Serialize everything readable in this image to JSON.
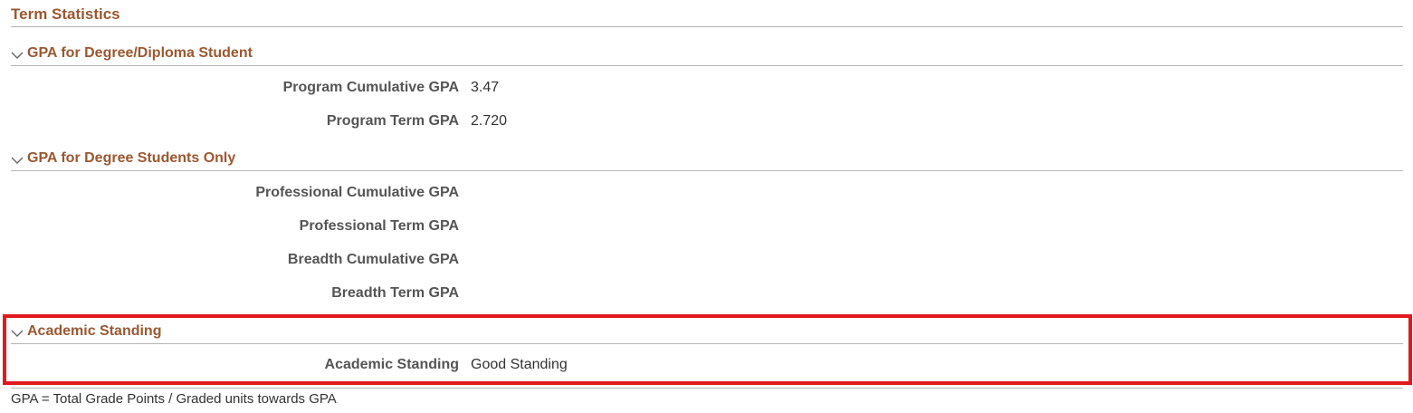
{
  "page": {
    "title": "Term Statistics"
  },
  "sections": [
    {
      "title": "GPA for Degree/Diploma Student",
      "rows": [
        {
          "label": "Program Cumulative GPA",
          "value": "3.47"
        },
        {
          "label": "Program Term GPA",
          "value": "2.720"
        }
      ]
    },
    {
      "title": "GPA for Degree Students Only",
      "rows": [
        {
          "label": "Professional Cumulative GPA",
          "value": ""
        },
        {
          "label": "Professional Term GPA",
          "value": ""
        },
        {
          "label": "Breadth Cumulative GPA",
          "value": ""
        },
        {
          "label": "Breadth Term GPA",
          "value": ""
        }
      ]
    },
    {
      "title": "Academic Standing",
      "rows": [
        {
          "label": "Academic Standing",
          "value": "Good Standing"
        }
      ]
    }
  ],
  "footnote": "GPA = Total Grade Points / Graded units towards GPA",
  "colors": {
    "heading": "#9b5832",
    "label": "#555555",
    "highlight_border": "#e0191f",
    "divider": "#b4b4b4"
  },
  "icons": {
    "collapse": "chevron-down-icon"
  }
}
